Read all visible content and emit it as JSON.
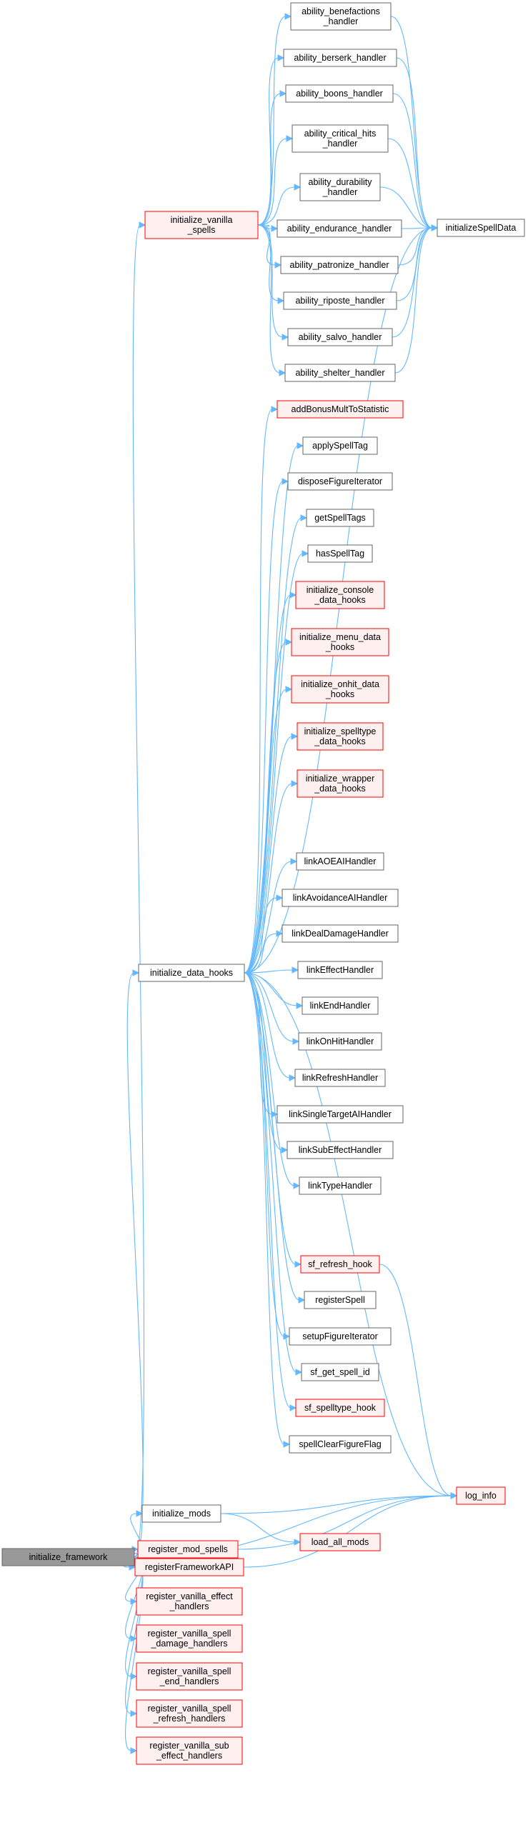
{
  "colors": {
    "edge": "#63b8ff",
    "normal_fill": "#ffffff",
    "normal_stroke": "#666666",
    "highlight_fill": "#fff0f0",
    "highlight_stroke": "#ff0000",
    "root_fill": "#999999",
    "root_stroke": "#666666",
    "text": "#000000"
  },
  "nodes": [
    {
      "id": "initialize_framework",
      "lines": [
        "initialize_framework"
      ],
      "style": "root"
    },
    {
      "id": "initialize_vanilla_spells",
      "lines": [
        "initialize_vanilla",
        "_spells"
      ],
      "style": "highlight"
    },
    {
      "id": "initialize_data_hooks",
      "lines": [
        "initialize_data_hooks"
      ],
      "style": "normal"
    },
    {
      "id": "initialize_mods",
      "lines": [
        "initialize_mods"
      ],
      "style": "normal"
    },
    {
      "id": "register_mod_spells",
      "lines": [
        "register_mod_spells"
      ],
      "style": "highlight"
    },
    {
      "id": "registerFrameworkAPI",
      "lines": [
        "registerFrameworkAPI"
      ],
      "style": "highlight"
    },
    {
      "id": "register_vanilla_effect_handlers",
      "lines": [
        "register_vanilla_effect",
        "_handlers"
      ],
      "style": "highlight"
    },
    {
      "id": "register_vanilla_spell_damage_handlers",
      "lines": [
        "register_vanilla_spell",
        "_damage_handlers"
      ],
      "style": "highlight"
    },
    {
      "id": "register_vanilla_spell_end_handlers",
      "lines": [
        "register_vanilla_spell",
        "_end_handlers"
      ],
      "style": "highlight"
    },
    {
      "id": "register_vanilla_spell_refresh_handlers",
      "lines": [
        "register_vanilla_spell",
        "_refresh_handlers"
      ],
      "style": "highlight"
    },
    {
      "id": "register_vanilla_sub_effect_handlers",
      "lines": [
        "register_vanilla_sub",
        "_effect_handlers"
      ],
      "style": "highlight"
    },
    {
      "id": "ability_benefactions_handler",
      "lines": [
        "ability_benefactions",
        "_handler"
      ],
      "style": "normal"
    },
    {
      "id": "ability_berserk_handler",
      "lines": [
        "ability_berserk_handler"
      ],
      "style": "normal"
    },
    {
      "id": "ability_boons_handler",
      "lines": [
        "ability_boons_handler"
      ],
      "style": "normal"
    },
    {
      "id": "ability_critical_hits_handler",
      "lines": [
        "ability_critical_hits",
        "_handler"
      ],
      "style": "normal"
    },
    {
      "id": "ability_durability_handler",
      "lines": [
        "ability_durability",
        "_handler"
      ],
      "style": "normal"
    },
    {
      "id": "ability_endurance_handler",
      "lines": [
        "ability_endurance_handler"
      ],
      "style": "normal"
    },
    {
      "id": "ability_patronize_handler",
      "lines": [
        "ability_patronize_handler"
      ],
      "style": "normal"
    },
    {
      "id": "ability_riposte_handler",
      "lines": [
        "ability_riposte_handler"
      ],
      "style": "normal"
    },
    {
      "id": "ability_salvo_handler",
      "lines": [
        "ability_salvo_handler"
      ],
      "style": "normal"
    },
    {
      "id": "ability_shelter_handler",
      "lines": [
        "ability_shelter_handler"
      ],
      "style": "normal"
    },
    {
      "id": "initializeSpellData",
      "lines": [
        "initializeSpellData"
      ],
      "style": "normal"
    },
    {
      "id": "addBonusMultToStatistic",
      "lines": [
        "addBonusMultToStatistic"
      ],
      "style": "highlight"
    },
    {
      "id": "applySpellTag",
      "lines": [
        "applySpellTag"
      ],
      "style": "normal"
    },
    {
      "id": "disposeFigureIterator",
      "lines": [
        "disposeFigureIterator"
      ],
      "style": "normal"
    },
    {
      "id": "getSpellTags",
      "lines": [
        "getSpellTags"
      ],
      "style": "normal"
    },
    {
      "id": "hasSpellTag",
      "lines": [
        "hasSpellTag"
      ],
      "style": "normal"
    },
    {
      "id": "initialize_console_data_hooks",
      "lines": [
        "initialize_console",
        "_data_hooks"
      ],
      "style": "highlight"
    },
    {
      "id": "initialize_menu_data_hooks",
      "lines": [
        "initialize_menu_data",
        "_hooks"
      ],
      "style": "highlight"
    },
    {
      "id": "initialize_onhit_data_hooks",
      "lines": [
        "initialize_onhit_data",
        "_hooks"
      ],
      "style": "highlight"
    },
    {
      "id": "initialize_spelltype_data_hooks",
      "lines": [
        "initialize_spelltype",
        "_data_hooks"
      ],
      "style": "highlight"
    },
    {
      "id": "initialize_wrapper_data_hooks",
      "lines": [
        "initialize_wrapper",
        "_data_hooks"
      ],
      "style": "highlight"
    },
    {
      "id": "linkAOEAIHandler",
      "lines": [
        "linkAOEAIHandler"
      ],
      "style": "normal"
    },
    {
      "id": "linkAvoidanceAIHandler",
      "lines": [
        "linkAvoidanceAIHandler"
      ],
      "style": "normal"
    },
    {
      "id": "linkDealDamageHandler",
      "lines": [
        "linkDealDamageHandler"
      ],
      "style": "normal"
    },
    {
      "id": "linkEffectHandler",
      "lines": [
        "linkEffectHandler"
      ],
      "style": "normal"
    },
    {
      "id": "linkEndHandler",
      "lines": [
        "linkEndHandler"
      ],
      "style": "normal"
    },
    {
      "id": "linkOnHitHandler",
      "lines": [
        "linkOnHitHandler"
      ],
      "style": "normal"
    },
    {
      "id": "linkRefreshHandler",
      "lines": [
        "linkRefreshHandler"
      ],
      "style": "normal"
    },
    {
      "id": "linkSingleTargetAIHandler",
      "lines": [
        "linkSingleTargetAIHandler"
      ],
      "style": "normal"
    },
    {
      "id": "linkSubEffectHandler",
      "lines": [
        "linkSubEffectHandler"
      ],
      "style": "normal"
    },
    {
      "id": "linkTypeHandler",
      "lines": [
        "linkTypeHandler"
      ],
      "style": "normal"
    },
    {
      "id": "sf_refresh_hook",
      "lines": [
        "sf_refresh_hook"
      ],
      "style": "highlight"
    },
    {
      "id": "registerSpell",
      "lines": [
        "registerSpell"
      ],
      "style": "normal"
    },
    {
      "id": "setupFigureIterator",
      "lines": [
        "setupFigureIterator"
      ],
      "style": "normal"
    },
    {
      "id": "sf_get_spell_id",
      "lines": [
        "sf_get_spell_id"
      ],
      "style": "normal"
    },
    {
      "id": "sf_spelltype_hook",
      "lines": [
        "sf_spelltype_hook"
      ],
      "style": "highlight"
    },
    {
      "id": "spellClearFigureFlag",
      "lines": [
        "spellClearFigureFlag"
      ],
      "style": "normal"
    },
    {
      "id": "log_info",
      "lines": [
        "log_info"
      ],
      "style": "highlight"
    },
    {
      "id": "load_all_mods",
      "lines": [
        "load_all_mods"
      ],
      "style": "highlight"
    }
  ],
  "edges": [
    [
      "initialize_framework",
      "initialize_vanilla_spells"
    ],
    [
      "initialize_framework",
      "initialize_data_hooks"
    ],
    [
      "initialize_framework",
      "initialize_mods"
    ],
    [
      "initialize_framework",
      "log_info"
    ],
    [
      "initialize_framework",
      "register_mod_spells"
    ],
    [
      "initialize_framework",
      "registerFrameworkAPI"
    ],
    [
      "initialize_framework",
      "register_vanilla_effect_handlers"
    ],
    [
      "initialize_framework",
      "register_vanilla_spell_damage_handlers"
    ],
    [
      "initialize_framework",
      "register_vanilla_spell_end_handlers"
    ],
    [
      "initialize_framework",
      "register_vanilla_spell_refresh_handlers"
    ],
    [
      "initialize_framework",
      "register_vanilla_sub_effect_handlers"
    ],
    [
      "initialize_vanilla_spells",
      "ability_benefactions_handler"
    ],
    [
      "initialize_vanilla_spells",
      "ability_berserk_handler"
    ],
    [
      "initialize_vanilla_spells",
      "ability_boons_handler"
    ],
    [
      "initialize_vanilla_spells",
      "ability_critical_hits_handler"
    ],
    [
      "initialize_vanilla_spells",
      "ability_durability_handler"
    ],
    [
      "initialize_vanilla_spells",
      "ability_endurance_handler"
    ],
    [
      "initialize_vanilla_spells",
      "ability_patronize_handler"
    ],
    [
      "initialize_vanilla_spells",
      "ability_riposte_handler"
    ],
    [
      "initialize_vanilla_spells",
      "ability_salvo_handler"
    ],
    [
      "initialize_vanilla_spells",
      "ability_shelter_handler"
    ],
    [
      "ability_benefactions_handler",
      "initializeSpellData"
    ],
    [
      "ability_berserk_handler",
      "initializeSpellData"
    ],
    [
      "ability_boons_handler",
      "initializeSpellData"
    ],
    [
      "ability_critical_hits_handler",
      "initializeSpellData"
    ],
    [
      "ability_durability_handler",
      "initializeSpellData"
    ],
    [
      "ability_endurance_handler",
      "initializeSpellData"
    ],
    [
      "ability_patronize_handler",
      "initializeSpellData"
    ],
    [
      "ability_riposte_handler",
      "initializeSpellData"
    ],
    [
      "ability_salvo_handler",
      "initializeSpellData"
    ],
    [
      "ability_shelter_handler",
      "initializeSpellData"
    ],
    [
      "initialize_data_hooks",
      "addBonusMultToStatistic"
    ],
    [
      "initialize_data_hooks",
      "applySpellTag"
    ],
    [
      "initialize_data_hooks",
      "disposeFigureIterator"
    ],
    [
      "initialize_data_hooks",
      "getSpellTags"
    ],
    [
      "initialize_data_hooks",
      "hasSpellTag"
    ],
    [
      "initialize_data_hooks",
      "initialize_console_data_hooks"
    ],
    [
      "initialize_data_hooks",
      "initialize_menu_data_hooks"
    ],
    [
      "initialize_data_hooks",
      "initialize_onhit_data_hooks"
    ],
    [
      "initialize_data_hooks",
      "initialize_spelltype_data_hooks"
    ],
    [
      "initialize_data_hooks",
      "initialize_wrapper_data_hooks"
    ],
    [
      "initialize_data_hooks",
      "initializeSpellData"
    ],
    [
      "initialize_data_hooks",
      "linkAOEAIHandler"
    ],
    [
      "initialize_data_hooks",
      "linkAvoidanceAIHandler"
    ],
    [
      "initialize_data_hooks",
      "linkDealDamageHandler"
    ],
    [
      "initialize_data_hooks",
      "linkEffectHandler"
    ],
    [
      "initialize_data_hooks",
      "linkEndHandler"
    ],
    [
      "initialize_data_hooks",
      "linkOnHitHandler"
    ],
    [
      "initialize_data_hooks",
      "linkRefreshHandler"
    ],
    [
      "initialize_data_hooks",
      "linkSingleTargetAIHandler"
    ],
    [
      "initialize_data_hooks",
      "linkSubEffectHandler"
    ],
    [
      "initialize_data_hooks",
      "linkTypeHandler"
    ],
    [
      "initialize_data_hooks",
      "log_info"
    ],
    [
      "initialize_data_hooks",
      "sf_refresh_hook"
    ],
    [
      "initialize_data_hooks",
      "registerSpell"
    ],
    [
      "initialize_data_hooks",
      "setupFigureIterator"
    ],
    [
      "initialize_data_hooks",
      "sf_get_spell_id"
    ],
    [
      "initialize_data_hooks",
      "sf_spelltype_hook"
    ],
    [
      "initialize_data_hooks",
      "spellClearFigureFlag"
    ],
    [
      "sf_refresh_hook",
      "log_info"
    ],
    [
      "initialize_mods",
      "load_all_mods"
    ],
    [
      "initialize_mods",
      "log_info"
    ],
    [
      "register_mod_spells",
      "log_info"
    ],
    [
      "registerFrameworkAPI",
      "log_info"
    ]
  ]
}
